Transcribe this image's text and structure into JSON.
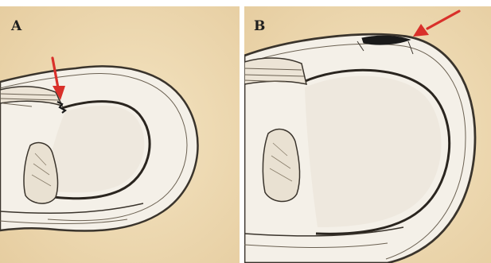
{
  "figure": {
    "panels": [
      {
        "label": "A",
        "arrow_target": "tear-at-lesser-tuberosity"
      },
      {
        "label": "B",
        "arrow_target": "superior-labral-tear"
      }
    ],
    "colors": {
      "background": "#f0ddb8",
      "background_edge": "#e9d2a6",
      "cartilage": "#f4f0e8",
      "outline": "#3a342c",
      "arrow": "#d9302a",
      "tear": "#1a1a1a"
    }
  }
}
